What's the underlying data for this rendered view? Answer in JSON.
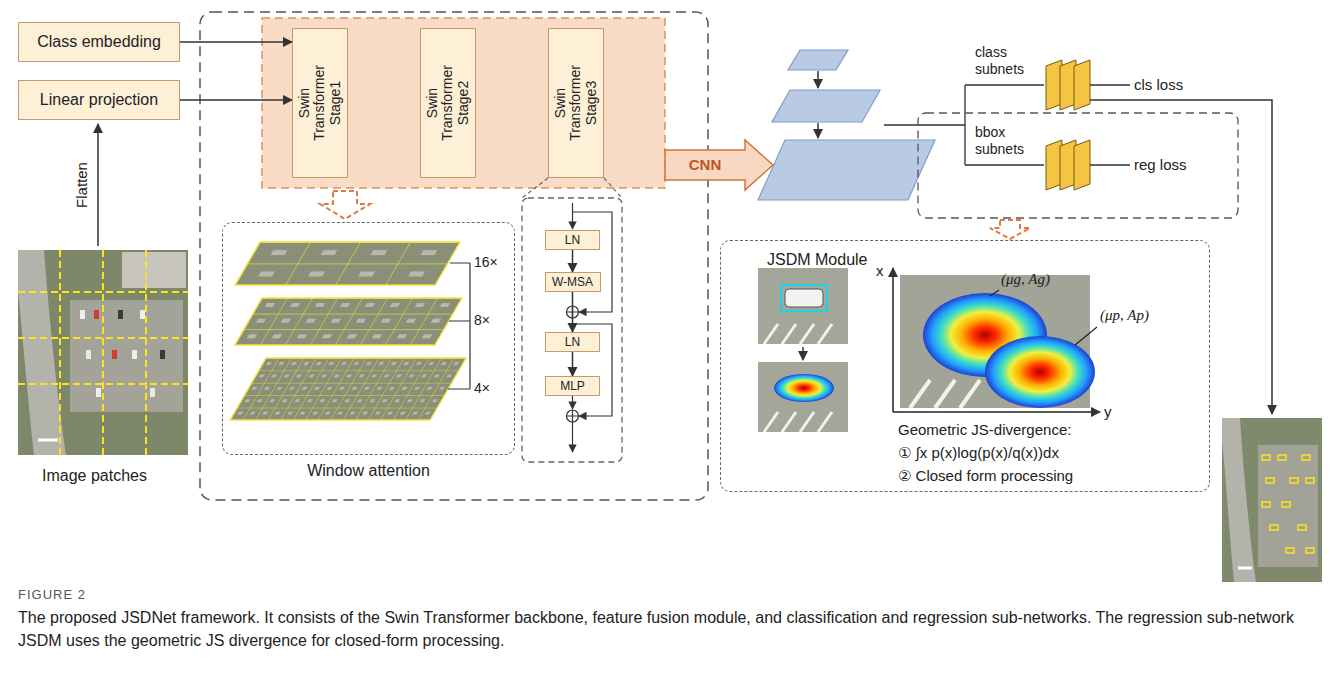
{
  "diagram": {
    "caption": "The proposed JSDNet framework. It consists of the Swin Transformer backbone, feature fusion module, and classification and regression sub-networks. The regression sub-network JSDM uses the geometric JS divergence for closed-form processing.",
    "nodes": [
      {
        "text": [
          "Class embedding"
        ]
      },
      {
        "text": [
          "Linear projection"
        ]
      },
      {
        "text": [
          "Swin Transformer Stage1"
        ]
      },
      {
        "text": [
          "Swin Transformer Stage2"
        ]
      },
      {
        "text": [
          "Swin Transformer Stage3"
        ]
      },
      {
        "text": [
          "Window attention"
        ]
      },
      {
        "text": [
          "LN"
        ]
      },
      {
        "text": [
          "W-MSA"
        ]
      },
      {
        "text": [
          "LN"
        ]
      },
      {
        "text": [
          "MLP"
        ]
      },
      {
        "text": [
          "CNN"
        ]
      },
      {
        "text": [
          "JSDM Module"
        ]
      }
    ],
    "edges": [
      {
        "from": 0,
        "to": 2,
        "arrow": "to"
      },
      {
        "from": 1,
        "to": 2,
        "arrow": "to"
      },
      {
        "from": 6,
        "to": 7,
        "arrow": "to"
      },
      {
        "from": 7,
        "to": 8,
        "arrow": "to"
      },
      {
        "from": 8,
        "to": 9,
        "arrow": "to"
      }
    ],
    "labels": [
      "Flatten",
      "Image patches",
      "16×",
      "8×",
      "4×",
      "class subnets",
      "bbox subnets",
      "cls loss",
      "reg loss",
      "x",
      "y",
      "(μg, Ag)",
      "(μp, Ap)",
      "Geometric JS-divergence:",
      "① ∫x p(x)log(p(x)/q(x))dx",
      "② Closed form processing",
      "FIGURE 2"
    ]
  }
}
